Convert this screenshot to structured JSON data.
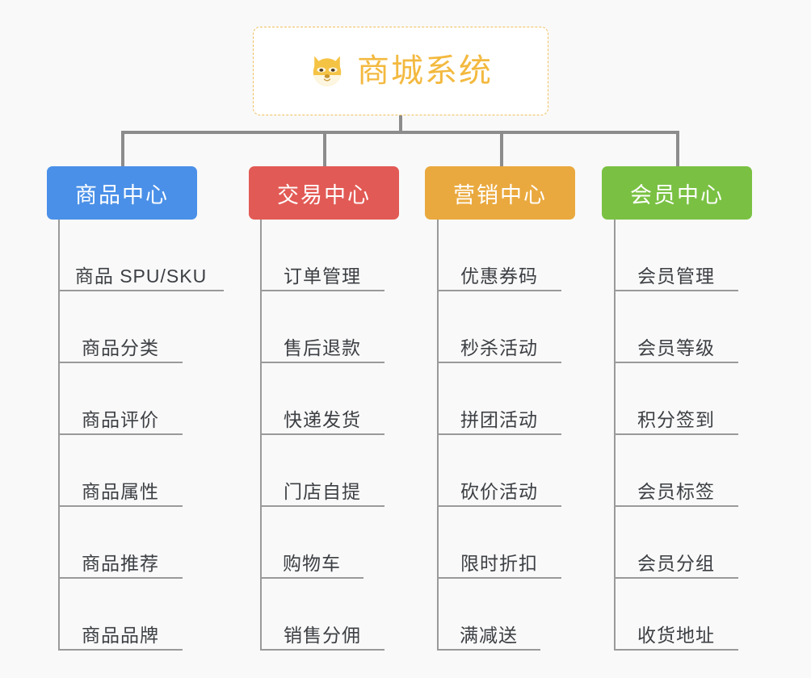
{
  "diagram": {
    "background_color": "#f9f9f9",
    "connector_color": "#8c8c8c",
    "leaf_line_color": "#9a9a9a",
    "leaf_text_color": "#3c3f43"
  },
  "root": {
    "label": "商城系统",
    "icon": "dog-face-icon",
    "text_color": "#f3b93f",
    "border_color": "#f0c05e",
    "fill_color": "#ffffff"
  },
  "categories": [
    {
      "label": "商品中心",
      "color": "#4a90e8",
      "items": [
        {
          "label": "商品 SPU/SKU"
        },
        {
          "label": "商品分类"
        },
        {
          "label": "商品评价"
        },
        {
          "label": "商品属性"
        },
        {
          "label": "商品推荐"
        },
        {
          "label": "商品品牌"
        }
      ]
    },
    {
      "label": "交易中心",
      "color": "#e25a55",
      "items": [
        {
          "label": "订单管理"
        },
        {
          "label": "售后退款"
        },
        {
          "label": "快递发货"
        },
        {
          "label": "门店自提"
        },
        {
          "label": "购物车"
        },
        {
          "label": "销售分佣"
        }
      ]
    },
    {
      "label": "营销中心",
      "color": "#eaa93e",
      "items": [
        {
          "label": "优惠券码"
        },
        {
          "label": "秒杀活动"
        },
        {
          "label": "拼团活动"
        },
        {
          "label": "砍价活动"
        },
        {
          "label": "限时折扣"
        },
        {
          "label": "满减送"
        }
      ]
    },
    {
      "label": "会员中心",
      "color": "#7ac143",
      "items": [
        {
          "label": "会员管理"
        },
        {
          "label": "会员等级"
        },
        {
          "label": "积分签到"
        },
        {
          "label": "会员标签"
        },
        {
          "label": "会员分组"
        },
        {
          "label": "收货地址"
        }
      ]
    }
  ]
}
